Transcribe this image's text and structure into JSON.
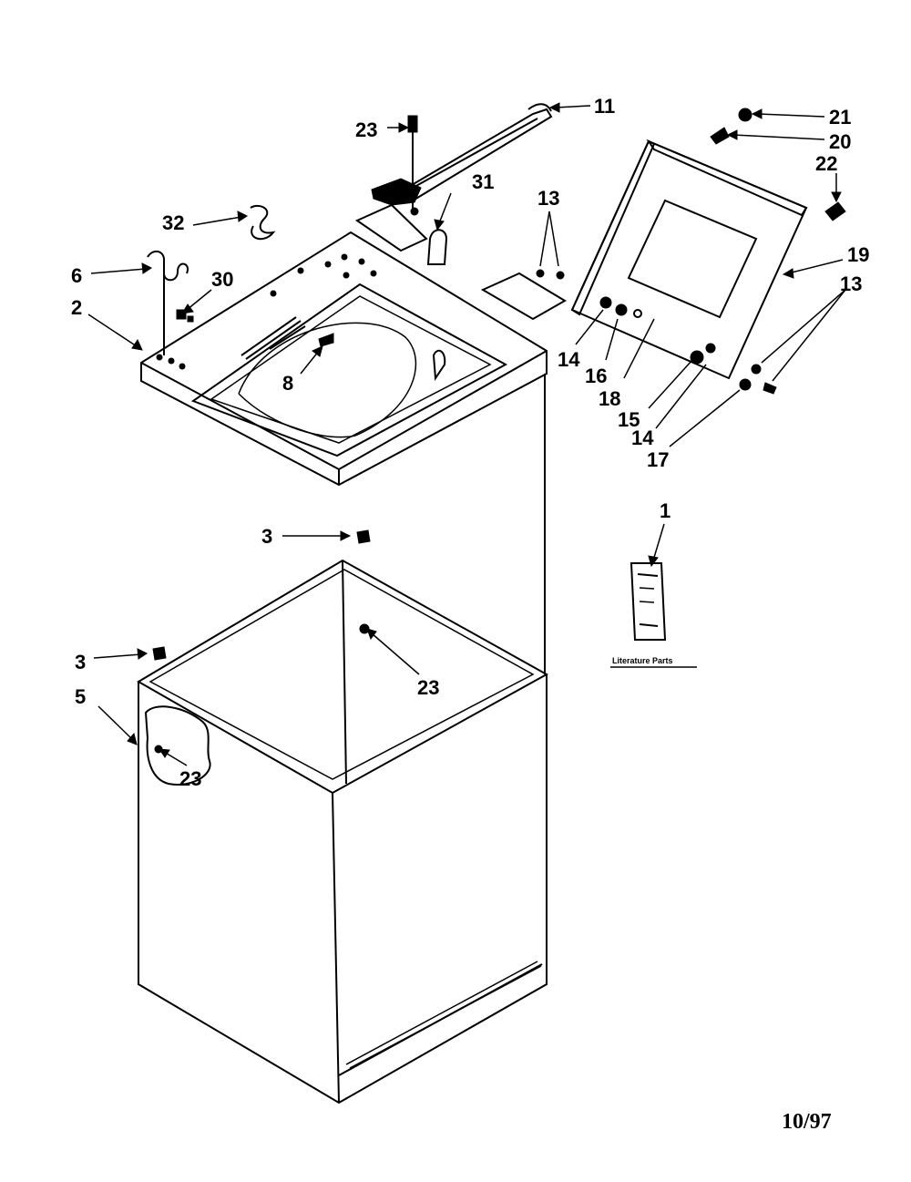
{
  "labels": {
    "l1": "1",
    "l2": "2",
    "l3a": "3",
    "l3b": "3",
    "l5": "5",
    "l6": "6",
    "l8": "8",
    "l11": "11",
    "l13a": "13",
    "l13b": "13",
    "l14a": "14",
    "l14b": "14",
    "l15": "15",
    "l16": "16",
    "l17": "17",
    "l18": "18",
    "l19": "19",
    "l20": "20",
    "l21": "21",
    "l22": "22",
    "l23a": "23",
    "l23b": "23",
    "l23c": "23",
    "l30": "30",
    "l31": "31",
    "l32": "32"
  },
  "literature_caption": "Literature Parts",
  "date_code": "10/97"
}
